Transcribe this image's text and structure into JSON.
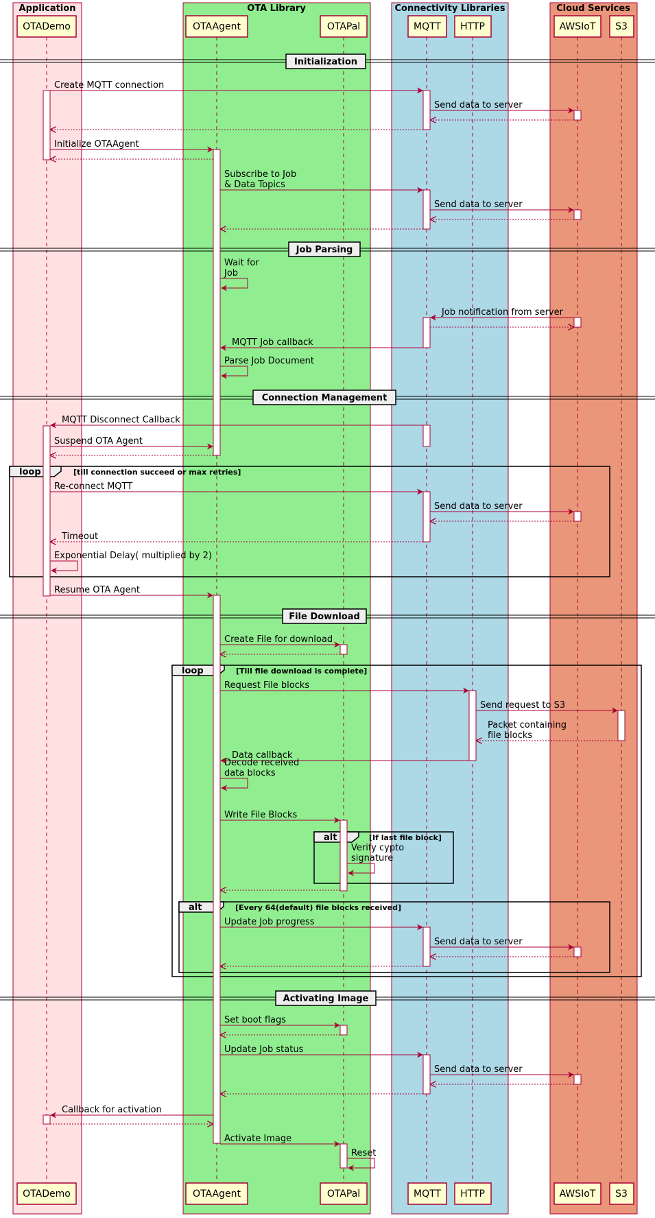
{
  "colors": {
    "application": "#FFE1E1",
    "ota_library": "#90EE90",
    "connectivity": "#ADD8E6",
    "cloud": "#E9967A",
    "participant_fill": "#FEFECE",
    "accent": "#A80036"
  },
  "groups": [
    {
      "label": "Application",
      "color": "#FFE1E1"
    },
    {
      "label": "OTA Library",
      "color": "#90EE90"
    },
    {
      "label": "Connectivity Libraries",
      "color": "#ADD8E6"
    },
    {
      "label": "Cloud Services",
      "color": "#E9967A"
    }
  ],
  "participants": [
    {
      "label": "OTADemo"
    },
    {
      "label": "OTAAgent"
    },
    {
      "label": "OTAPal"
    },
    {
      "label": "MQTT"
    },
    {
      "label": "HTTP"
    },
    {
      "label": "AWSIoT"
    },
    {
      "label": "S3"
    }
  ],
  "dividers": [
    {
      "label": "Initialization"
    },
    {
      "label": "Job Parsing"
    },
    {
      "label": "Connection Management"
    },
    {
      "label": "File Download"
    },
    {
      "label": "Activating Image"
    }
  ],
  "fragments": [
    {
      "op": "loop",
      "guard": "[till connection succeed or max retries]"
    },
    {
      "op": "loop",
      "guard": "[Till file download is complete]"
    },
    {
      "op": "alt",
      "guard": "[If last file block]"
    },
    {
      "op": "alt",
      "guard": "[Every 64(default) file blocks received]"
    }
  ],
  "messages": [
    {
      "from": "OTADemo",
      "to": "MQTT",
      "kind": "sync",
      "lines": [
        "Create MQTT connection"
      ]
    },
    {
      "from": "MQTT",
      "to": "AWSIoT",
      "kind": "sync",
      "lines": [
        "Send data to server"
      ]
    },
    {
      "from": "AWSIoT",
      "to": "MQTT",
      "kind": "return",
      "lines": []
    },
    {
      "from": "MQTT",
      "to": "OTADemo",
      "kind": "return",
      "lines": []
    },
    {
      "from": "OTADemo",
      "to": "OTAAgent",
      "kind": "sync",
      "lines": [
        "Initialize OTAAgent"
      ]
    },
    {
      "from": "OTAAgent",
      "to": "OTADemo",
      "kind": "return",
      "lines": []
    },
    {
      "from": "OTAAgent",
      "to": "MQTT",
      "kind": "sync",
      "lines": [
        "Subscribe to Job",
        "& Data Topics"
      ]
    },
    {
      "from": "MQTT",
      "to": "AWSIoT",
      "kind": "sync",
      "lines": [
        "Send data to server"
      ]
    },
    {
      "from": "AWSIoT",
      "to": "MQTT",
      "kind": "return",
      "lines": []
    },
    {
      "from": "MQTT",
      "to": "OTAAgent",
      "kind": "return",
      "lines": []
    },
    {
      "from": "OTAAgent",
      "to": "OTAAgent",
      "kind": "self",
      "lines": [
        "Wait for",
        "Job"
      ]
    },
    {
      "from": "AWSIoT",
      "to": "MQTT",
      "kind": "sync",
      "lines": [
        "Job notification from server"
      ]
    },
    {
      "from": "MQTT",
      "to": "AWSIoT",
      "kind": "return",
      "lines": []
    },
    {
      "from": "MQTT",
      "to": "OTAAgent",
      "kind": "sync",
      "lines": [
        "MQTT Job callback"
      ]
    },
    {
      "from": "OTAAgent",
      "to": "OTAAgent",
      "kind": "self",
      "lines": [
        "Parse Job Document"
      ]
    },
    {
      "from": "MQTT",
      "to": "OTADemo",
      "kind": "sync",
      "lines": [
        "MQTT Disconnect Callback"
      ]
    },
    {
      "from": "OTADemo",
      "to": "OTAAgent",
      "kind": "sync",
      "lines": [
        "Suspend OTA Agent"
      ]
    },
    {
      "from": "OTAAgent",
      "to": "OTADemo",
      "kind": "return",
      "lines": []
    },
    {
      "from": "OTADemo",
      "to": "MQTT",
      "kind": "sync",
      "lines": [
        "Re-connect MQTT"
      ]
    },
    {
      "from": "MQTT",
      "to": "AWSIoT",
      "kind": "sync",
      "lines": [
        "Send data to server"
      ]
    },
    {
      "from": "AWSIoT",
      "to": "MQTT",
      "kind": "return",
      "lines": []
    },
    {
      "from": "MQTT",
      "to": "OTADemo",
      "kind": "return",
      "lines": [
        "Timeout"
      ]
    },
    {
      "from": "OTADemo",
      "to": "OTADemo",
      "kind": "self",
      "lines": [
        "Exponential Delay( multiplied by 2)"
      ]
    },
    {
      "from": "OTADemo",
      "to": "OTAAgent",
      "kind": "sync",
      "lines": [
        "Resume OTA Agent"
      ]
    },
    {
      "from": "OTAAgent",
      "to": "OTAPal",
      "kind": "sync",
      "lines": [
        "Create File for download"
      ]
    },
    {
      "from": "OTAPal",
      "to": "OTAAgent",
      "kind": "return",
      "lines": []
    },
    {
      "from": "OTAAgent",
      "to": "HTTP",
      "kind": "sync",
      "lines": [
        "Request File blocks"
      ]
    },
    {
      "from": "HTTP",
      "to": "S3",
      "kind": "sync",
      "lines": [
        "Send request to S3"
      ]
    },
    {
      "from": "S3",
      "to": "HTTP",
      "kind": "return",
      "lines": [
        "Packet containing",
        "file blocks"
      ]
    },
    {
      "from": "HTTP",
      "to": "OTAAgent",
      "kind": "sync",
      "lines": [
        "Data callback"
      ]
    },
    {
      "from": "OTAAgent",
      "to": "OTAAgent",
      "kind": "self",
      "lines": [
        "Decode received",
        "data blocks"
      ]
    },
    {
      "from": "OTAAgent",
      "to": "OTAPal",
      "kind": "sync",
      "lines": [
        "Write File Blocks"
      ]
    },
    {
      "from": "OTAPal",
      "to": "OTAPal",
      "kind": "self",
      "lines": [
        "Verify cypto",
        "signature"
      ]
    },
    {
      "from": "OTAPal",
      "to": "OTAAgent",
      "kind": "return",
      "lines": []
    },
    {
      "from": "OTAAgent",
      "to": "MQTT",
      "kind": "sync",
      "lines": [
        "Update Job progress"
      ]
    },
    {
      "from": "MQTT",
      "to": "AWSIoT",
      "kind": "sync",
      "lines": [
        "Send data to server"
      ]
    },
    {
      "from": "AWSIoT",
      "to": "MQTT",
      "kind": "return",
      "lines": []
    },
    {
      "from": "MQTT",
      "to": "OTAAgent",
      "kind": "return",
      "lines": []
    },
    {
      "from": "OTAAgent",
      "to": "OTAPal",
      "kind": "sync",
      "lines": [
        "Set boot flags"
      ]
    },
    {
      "from": "OTAPal",
      "to": "OTAAgent",
      "kind": "return",
      "lines": []
    },
    {
      "from": "OTAAgent",
      "to": "MQTT",
      "kind": "sync",
      "lines": [
        "Update Job status"
      ]
    },
    {
      "from": "MQTT",
      "to": "AWSIoT",
      "kind": "sync",
      "lines": [
        "Send data to server"
      ]
    },
    {
      "from": "AWSIoT",
      "to": "MQTT",
      "kind": "return",
      "lines": []
    },
    {
      "from": "MQTT",
      "to": "OTAAgent",
      "kind": "return",
      "lines": []
    },
    {
      "from": "OTAAgent",
      "to": "OTADemo",
      "kind": "sync",
      "lines": [
        "Callback for activation"
      ]
    },
    {
      "from": "OTADemo",
      "to": "OTAAgent",
      "kind": "return",
      "lines": []
    },
    {
      "from": "OTAAgent",
      "to": "OTAPal",
      "kind": "sync",
      "lines": [
        "Activate Image"
      ]
    },
    {
      "from": "OTAPal",
      "to": "OTAPal",
      "kind": "self",
      "lines": [
        "Reset"
      ]
    }
  ]
}
